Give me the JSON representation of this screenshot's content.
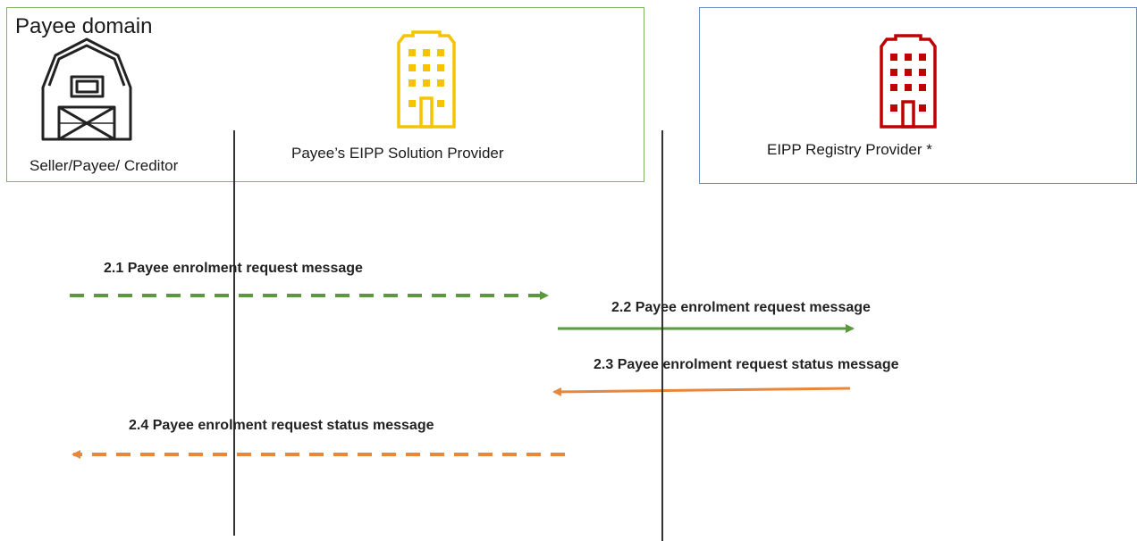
{
  "diagram": {
    "domain_title": "Payee domain",
    "actors": {
      "seller": "Seller/Payee/ Creditor",
      "solution_provider": "Payee’s EIPP Solution Provider",
      "registry_provider": "EIPP Registry Provider *"
    },
    "messages": [
      "2.1 Payee enrolment request message",
      "2.2 Payee enrolment request message",
      "2.3 Payee enrolment request status message",
      "2.4 Payee enrolment request status message"
    ],
    "colors": {
      "domain_border": "#7fb45e",
      "registry_border": "#6c8ebf",
      "green": "#5a9a3d",
      "orange": "#e8863a",
      "building_yellow": "#f5c400",
      "building_red": "#c00000"
    },
    "icons": {
      "seller": "barn-icon",
      "solution_provider": "building-icon",
      "registry_provider": "building-icon"
    }
  }
}
